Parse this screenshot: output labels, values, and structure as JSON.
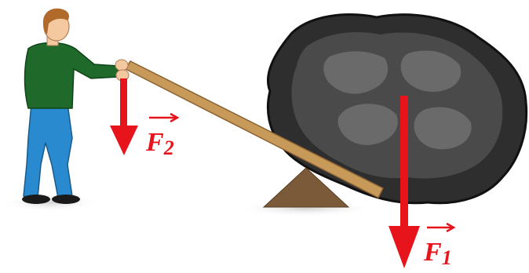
{
  "forces": {
    "f2": {
      "symbol": "F",
      "subscript": "2"
    },
    "f1": {
      "symbol": "F",
      "subscript": "1"
    }
  },
  "colors": {
    "arrow": "#e8141c",
    "plank": "#c89a5a",
    "plank_edge": "#8a6232",
    "fulcrum": "#7a5a38",
    "rock_dark": "#2e2e2e",
    "rock_mid": "#4a4a4a",
    "rock_light": "#6a6a6a",
    "shirt": "#1f6a2a",
    "pants": "#2a8ad0",
    "skin": "#f4c9a0",
    "hair": "#b06a2a"
  }
}
